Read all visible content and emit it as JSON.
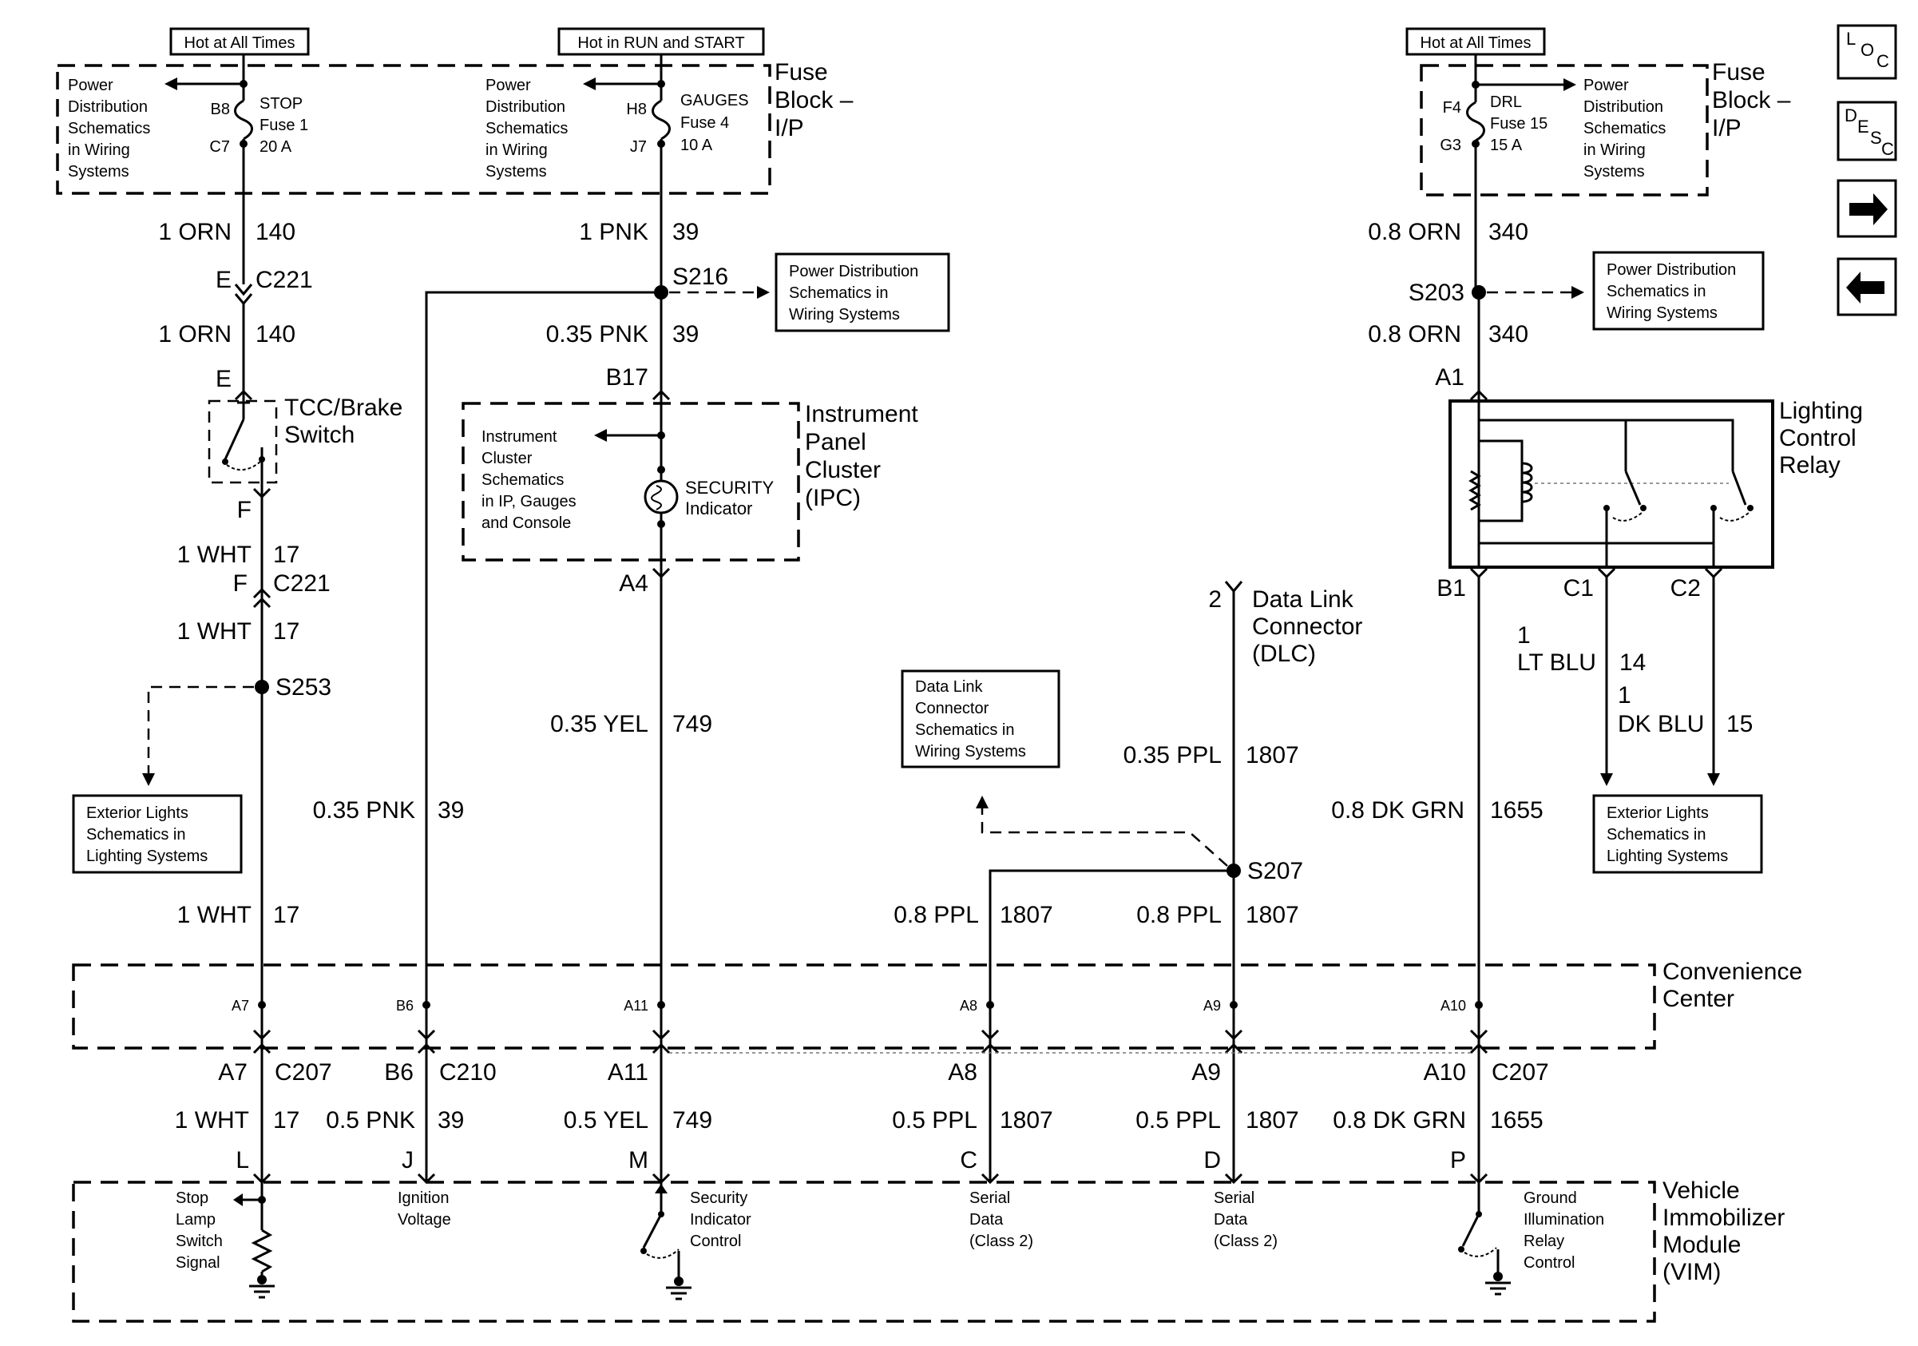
{
  "power_labels": {
    "hot_all_left": "Hot at All Times",
    "hot_run_start": "Hot in RUN and START",
    "hot_all_right": "Hot at All Times"
  },
  "fuse_block": {
    "left_title": [
      "Fuse",
      "Block –",
      "I/P"
    ],
    "right_title": [
      "Fuse",
      "Block –",
      "I/P"
    ],
    "pds_ref": [
      "Power",
      "Distribution",
      "Schematics",
      "in Wiring",
      "Systems"
    ],
    "stop": {
      "pin_in": "B8",
      "pin_out": "C7",
      "name": "STOP",
      "fuse": "Fuse 1",
      "amps": "20 A"
    },
    "gauges": {
      "pin_in": "H8",
      "pin_out": "J7",
      "name": "GAUGES",
      "fuse": "Fuse 4",
      "amps": "10 A"
    },
    "drl": {
      "pin_in": "F4",
      "pin_out": "G3",
      "name": "DRL",
      "fuse": "Fuse 15",
      "amps": "15 A"
    }
  },
  "wires": {
    "orn_140_a": [
      "1 ORN",
      "140"
    ],
    "orn_140_b": [
      "1 ORN",
      "140"
    ],
    "pnk_39_a": [
      "1 PNK",
      "39"
    ],
    "pnk_39_b": [
      "0.35 PNK",
      "39"
    ],
    "pnk_39_c": [
      "0.35 PNK",
      "39"
    ],
    "orn_340_a": [
      "0.8 ORN",
      "340"
    ],
    "orn_340_b": [
      "0.8 ORN",
      "340"
    ],
    "wht_17_a": [
      "1 WHT",
      "17"
    ],
    "wht_17_b": [
      "1 WHT",
      "17"
    ],
    "wht_17_c": [
      "1 WHT",
      "17"
    ],
    "yel_749": [
      "0.35 YEL",
      "749"
    ],
    "ppl_1807_a": [
      "0.35 PPL",
      "1807"
    ],
    "ppl_1807_b": [
      "0.8 PPL",
      "1807"
    ],
    "ppl_1807_c": [
      "0.8 PPL",
      "1807"
    ],
    "ltblu_14": [
      "1",
      "LT BLU",
      "14"
    ],
    "dkblu_15": [
      "1",
      "DK BLU",
      "15"
    ],
    "dkgrn_1655": [
      "0.8 DK GRN",
      "1655"
    ],
    "bottom": [
      [
        "1 WHT",
        "17"
      ],
      [
        "0.5 PNK",
        "39"
      ],
      [
        "0.5 YEL",
        "749"
      ],
      [
        "0.5 PPL",
        "1807"
      ],
      [
        "0.5 PPL",
        "1807"
      ],
      [
        "0.8 DK GRN",
        "1655"
      ]
    ]
  },
  "connectors": {
    "e_c221": [
      "E",
      "C221"
    ],
    "e": "E",
    "f": "F",
    "f_c221": [
      "F",
      "C221"
    ],
    "b17": "B17",
    "a4": "A4",
    "a1": "A1",
    "b1": "B1",
    "c1": "C1",
    "c2": "C2",
    "dlc_pin": "2",
    "bottom": [
      [
        "A7",
        "C207"
      ],
      [
        "B6",
        "C210"
      ],
      [
        "A11",
        ""
      ],
      [
        "A8",
        ""
      ],
      [
        "A9",
        ""
      ],
      [
        "A10",
        "C207"
      ]
    ],
    "vim_pins": [
      "L",
      "J",
      "M",
      "C",
      "D",
      "P"
    ]
  },
  "splices": {
    "s216": "S216",
    "s203": "S203",
    "s253": "S253",
    "s207": "S207"
  },
  "components": {
    "tcc": [
      "TCC/Brake",
      "Switch"
    ],
    "ipc": [
      "Instrument",
      "Panel",
      "Cluster",
      "(IPC)"
    ],
    "ipc_ref": [
      "Instrument",
      "Cluster",
      "Schematics",
      "in IP, Gauges",
      "and Console"
    ],
    "security": [
      "SECURITY",
      "Indicator"
    ],
    "lcr": [
      "Lighting",
      "Control",
      "Relay"
    ],
    "dlc": [
      "Data Link",
      "Connector",
      "(DLC)"
    ],
    "convenience": [
      "Convenience",
      "Center"
    ],
    "convenience_pins": [
      "A7",
      "B6",
      "A11",
      "A8",
      "A9",
      "A10"
    ],
    "vim": [
      "Vehicle",
      "Immobilizer",
      "Module",
      "(VIM)"
    ],
    "vim_functions": [
      [
        "Stop",
        "Lamp",
        "Switch",
        "Signal"
      ],
      [
        "Ignition",
        "Voltage"
      ],
      [
        "Security",
        "Indicator",
        "Control"
      ],
      [
        "Serial",
        "Data",
        "(Class 2)"
      ],
      [
        "Serial",
        "Data",
        "(Class 2)"
      ],
      [
        "Ground",
        "Illumination",
        "Relay",
        "Control"
      ]
    ]
  },
  "ref_boxes": {
    "pds_s216": [
      "Power Distribution",
      "Schematics in",
      "Wiring Systems"
    ],
    "pds_s203": [
      "Power Distribution",
      "Schematics in",
      "Wiring Systems"
    ],
    "ext_left": [
      "Exterior Lights",
      "Schematics in",
      "Lighting Systems"
    ],
    "ext_right": [
      "Exterior Lights",
      "Schematics in",
      "Lighting Systems"
    ],
    "dlc_ref": [
      "Data Link",
      "Connector",
      "Schematics in",
      "Wiring Systems"
    ]
  },
  "nav": {
    "loc": [
      "L",
      "O",
      "C"
    ],
    "desc": [
      "D",
      "E",
      "S",
      "C"
    ],
    "forward": "→",
    "back": "←"
  }
}
